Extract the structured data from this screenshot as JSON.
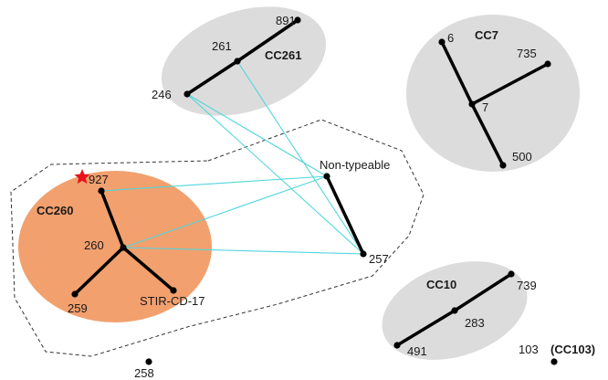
{
  "colors": {
    "cc_background": "#dcdcdc",
    "cc260_background": "#f2a06e",
    "inter_link": "#52d6dc",
    "marker_star": "#e8141c"
  },
  "clonal_complexes": [
    {
      "id": "CC261",
      "label": "CC261"
    },
    {
      "id": "CC7",
      "label": "CC7"
    },
    {
      "id": "CC260",
      "label": "CC260"
    },
    {
      "id": "CC10",
      "label": "CC10"
    },
    {
      "id": "CC103",
      "label": "(CC103)"
    }
  ],
  "nodes": [
    {
      "id": "891",
      "label": "891"
    },
    {
      "id": "261",
      "label": "261"
    },
    {
      "id": "246",
      "label": "246"
    },
    {
      "id": "6",
      "label": "6"
    },
    {
      "id": "735",
      "label": "735"
    },
    {
      "id": "7",
      "label": "7"
    },
    {
      "id": "500",
      "label": "500"
    },
    {
      "id": "927",
      "label": "927",
      "marker": "star"
    },
    {
      "id": "260",
      "label": "260"
    },
    {
      "id": "259",
      "label": "259"
    },
    {
      "id": "STIR-CD-17",
      "label": "STIR-CD-17"
    },
    {
      "id": "NT",
      "label": "Non-typeable"
    },
    {
      "id": "257",
      "label": "257"
    },
    {
      "id": "739",
      "label": "739"
    },
    {
      "id": "283",
      "label": "283"
    },
    {
      "id": "491",
      "label": "491"
    },
    {
      "id": "258",
      "label": "258"
    },
    {
      "id": "103",
      "label": "103"
    }
  ],
  "edges": [
    [
      "891",
      "261"
    ],
    [
      "261",
      "246"
    ],
    [
      "6",
      "7"
    ],
    [
      "735",
      "7"
    ],
    [
      "7",
      "500"
    ],
    [
      "927",
      "260"
    ],
    [
      "260",
      "259"
    ],
    [
      "260",
      "STIR-CD-17"
    ],
    [
      "NT",
      "257"
    ],
    [
      "739",
      "283"
    ],
    [
      "283",
      "491"
    ]
  ],
  "links": [
    [
      "261",
      "257"
    ],
    [
      "246",
      "NT"
    ],
    [
      "246",
      "257"
    ],
    [
      "927",
      "NT"
    ],
    [
      "260",
      "NT"
    ],
    [
      "260",
      "257"
    ]
  ]
}
